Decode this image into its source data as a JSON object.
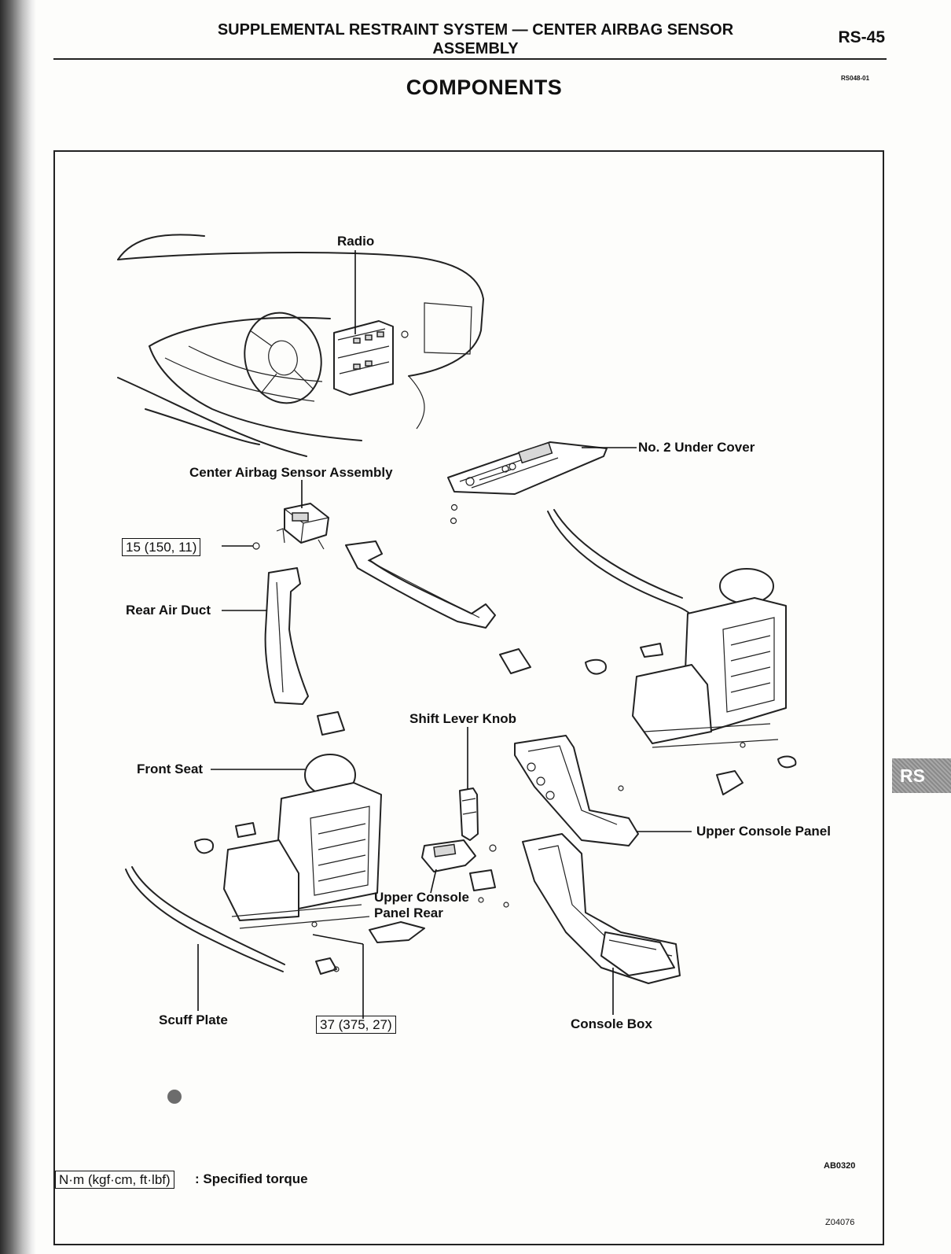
{
  "header": {
    "title_line1": "SUPPLEMENTAL RESTRAINT SYSTEM — CENTER AIRBAG SENSOR",
    "title_line2": "ASSEMBLY",
    "page_number": "RS-45"
  },
  "section_title": "COMPONENTS",
  "ref_code": "RS048-01",
  "labels": {
    "radio": "Radio",
    "no2_under_cover": "No. 2 Under Cover",
    "center_airbag_sensor": "Center Airbag Sensor Assembly",
    "torque_15": "15 (150, 11)",
    "rear_air_duct": "Rear Air Duct",
    "shift_lever_knob": "Shift Lever Knob",
    "front_seat": "Front Seat",
    "upper_console_panel": "Upper Console Panel",
    "upper_console_panel_rear_1": "Upper Console",
    "upper_console_panel_rear_2": "Panel Rear",
    "scuff_plate": "Scuff Plate",
    "torque_37": "37 (375, 27)",
    "console_box": "Console Box"
  },
  "side_tab": "RS",
  "figure_code": "AB0320",
  "page_code": "Z04076",
  "legend": {
    "unit": "N·m (kgf·cm, ft·lbf)",
    "text": ": Specified torque"
  }
}
